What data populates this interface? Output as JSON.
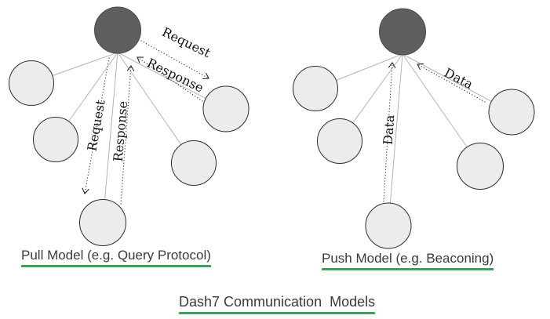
{
  "title": "Dash7 Communication  Models",
  "pull_model": {
    "caption": "Pull Model (e.g. Query Protocol)",
    "arrows": {
      "request_diagonal": "Request",
      "response_diagonal": "Response",
      "request_vertical": "Request",
      "response_vertical": "Response"
    },
    "hub_node_count": 1,
    "end_node_count": 5
  },
  "push_model": {
    "caption": "Push Model (e.g. Beaconing)",
    "arrows": {
      "data_diagonal": "Data",
      "data_vertical": "Data"
    },
    "hub_node_count": 1,
    "end_node_count": 5
  },
  "colors": {
    "underline_green": "#3aa357",
    "hub_fill": "#5f5f5f",
    "hub_stroke": "#4a4a4a",
    "node_fill": "#ececec",
    "node_stroke": "#2d2d2d",
    "spoke_gray": "#b4b4b4",
    "arrow_dark": "#2b2b2b",
    "caption_text": "#3a3a3a"
  }
}
